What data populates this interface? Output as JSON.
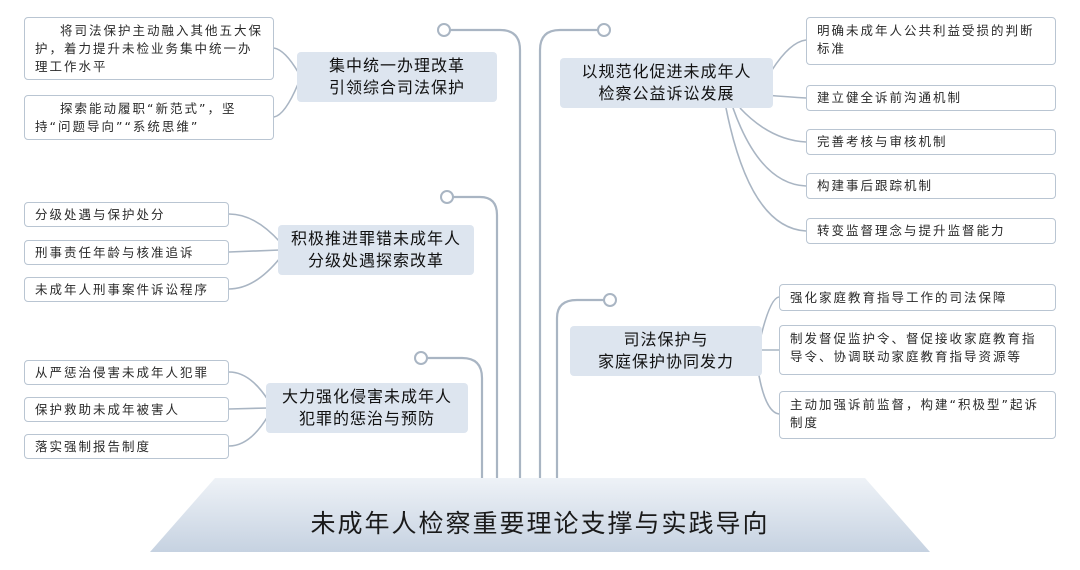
{
  "root": {
    "title": "未成年人检察重要理论支撑与实践导向"
  },
  "left": [
    {
      "title": "集中统一办理改革\n引领综合司法保护",
      "items": [
        "将司法保护主动融入其他五大保护，着力提升未检业务集中统一办理工作水平",
        "探索能动履职“新范式”，坚持“问题导向”“系统思维”"
      ]
    },
    {
      "title": "积极推进罪错未成年人\n分级处遇探索改革",
      "items": [
        "分级处遇与保护处分",
        "刑事责任年龄与核准追诉",
        "未成年人刑事案件诉讼程序"
      ]
    },
    {
      "title": "大力强化侵害未成年人\n犯罪的惩治与预防",
      "items": [
        "从严惩治侵害未成年人犯罪",
        "保护救助未成年被害人",
        "落实强制报告制度"
      ]
    }
  ],
  "right": [
    {
      "title": "以规范化促进未成年人\n检察公益诉讼发展",
      "items": [
        "明确未成年人公共利益受损的判断标准",
        "建立健全诉前沟通机制",
        "完善考核与审核机制",
        "构建事后跟踪机制",
        "转变监督理念与提升监督能力"
      ]
    },
    {
      "title": "司法保护与\n家庭保护协同发力",
      "items": [
        "强化家庭教育指导工作的司法保障",
        "制发督促监护令、督促接收家庭教育指导令、协调联动家庭教育指导资源等",
        "主动加强诉前监督，构建“积极型”起诉制度"
      ]
    }
  ],
  "colors": {
    "line": "#a9b5c3",
    "node": "#dde5ef",
    "leafBorder": "#b9c5d2",
    "base": "#c9d4e2"
  }
}
